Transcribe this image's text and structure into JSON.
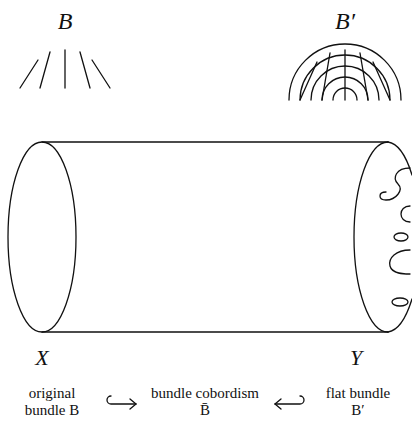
{
  "diagram": {
    "labels": [
      "B",
      "B′",
      "X",
      "Y",
      "original bundle B",
      "bundle cobordism B̄",
      "flat bundle B′"
    ]
  }
}
